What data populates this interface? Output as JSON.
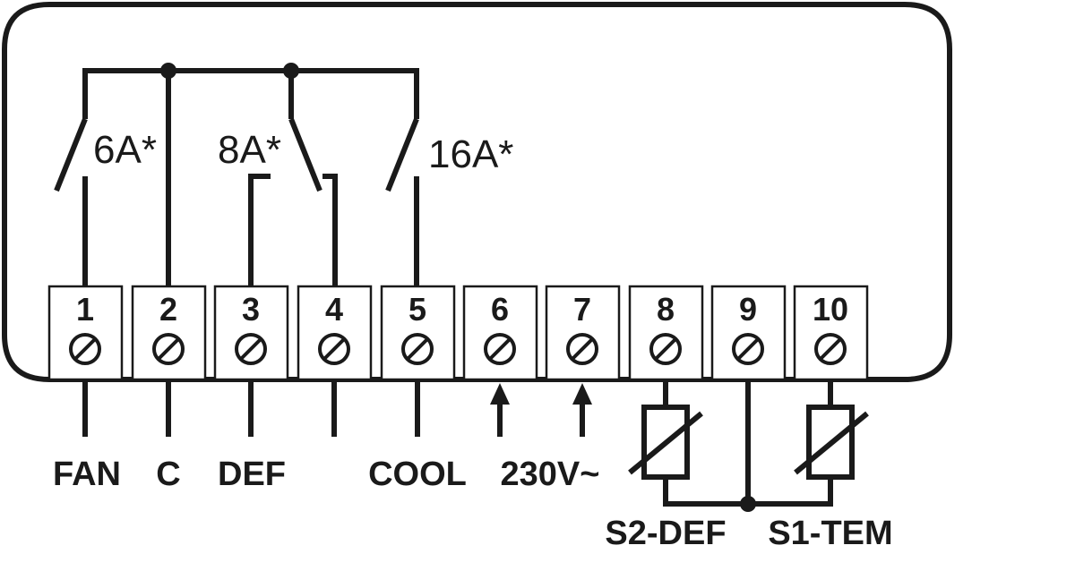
{
  "relays": {
    "r1": "6A*",
    "r2": "8A*",
    "r3": "16A*"
  },
  "terminals": [
    "1",
    "2",
    "3",
    "4",
    "5",
    "6",
    "7",
    "8",
    "9",
    "10"
  ],
  "labels": {
    "fan": "FAN",
    "common": "C",
    "def": "DEF",
    "cool": "COOL",
    "power": "230V~",
    "probe_def": "S2-DEF",
    "probe_tem": "S1-TEM"
  }
}
